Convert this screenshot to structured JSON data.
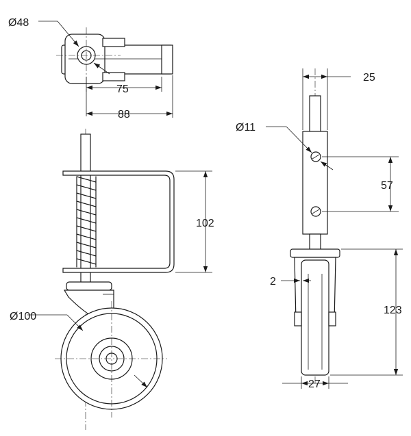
{
  "dimensions": {
    "top_wheel_diameter": "Ø48",
    "top_bracket_width": "75",
    "top_overall_width": "88",
    "side_tube_width": "25",
    "side_hole_diameter": "Ø11",
    "side_hole_spacing": "57",
    "front_bracket_height": "102",
    "front_wheel_diameter": "Ø100",
    "side_gap": "2",
    "side_wheel_height": "123",
    "side_wheel_width": "27"
  }
}
